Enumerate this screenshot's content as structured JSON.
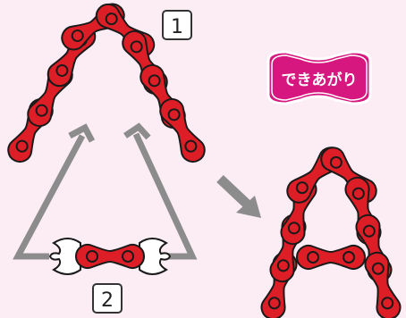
{
  "background": "#fcecf4",
  "colors": {
    "link_red": "#dd1e26",
    "link_outline": "#1a1a1a",
    "arrow_gray": "#8c8c8c",
    "badge_magenta": "#d6177f",
    "clip_white": "#ffffff"
  },
  "step_labels": {
    "step1": "1",
    "step2": "2"
  },
  "badge": {
    "text": "できあがり"
  },
  "icons": [
    "chain-link-icon",
    "link-clip-icon",
    "arrow-icon"
  ]
}
